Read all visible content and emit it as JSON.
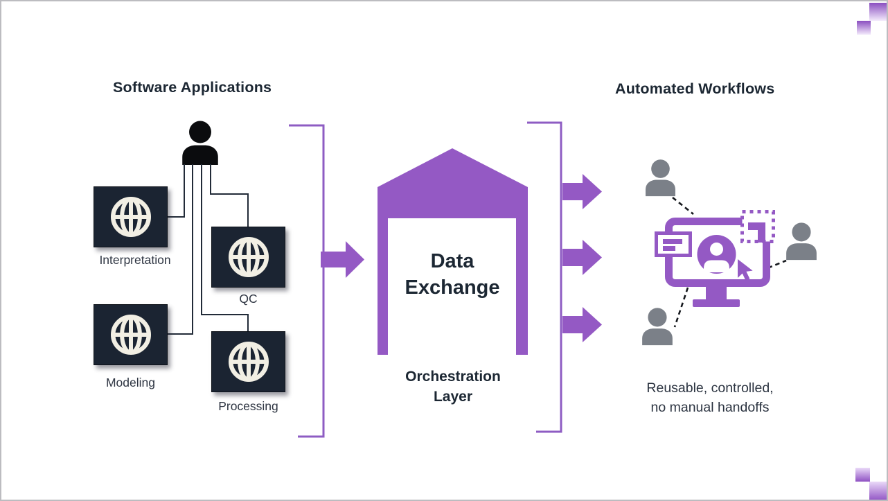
{
  "diagram": {
    "left": {
      "title": "Software Applications",
      "apps": [
        {
          "label": "Interpretation"
        },
        {
          "label": "QC"
        },
        {
          "label": "Modeling"
        },
        {
          "label": "Processing"
        }
      ]
    },
    "center": {
      "hub_label": "Data Exchange",
      "hub_caption": "Orchestration Layer"
    },
    "right": {
      "title": "Automated Workflows",
      "caption": [
        "Reusable, controlled,",
        "no manual handoffs"
      ]
    },
    "icons": {
      "user": "user-icon",
      "globe": "globe-icon",
      "hub": "data-exchange-hub-icon",
      "monitor": "monitor-icon",
      "avatar": "avatar-icon",
      "cursor": "cursor-icon",
      "id_card": "id-card-icon",
      "dotted_selection": "dotted-selection-icon",
      "arrow": "flow-arrow-icon"
    },
    "colors": {
      "purple": "#9459c4",
      "bracket_purple": "#8e5cc3",
      "box_navy": "#1b2432",
      "globe_cream": "#f2efe4",
      "person_gray": "#7b8088",
      "title_text": "#1c2733",
      "body_text": "#2e3542",
      "line_dark": "#222b38"
    }
  }
}
